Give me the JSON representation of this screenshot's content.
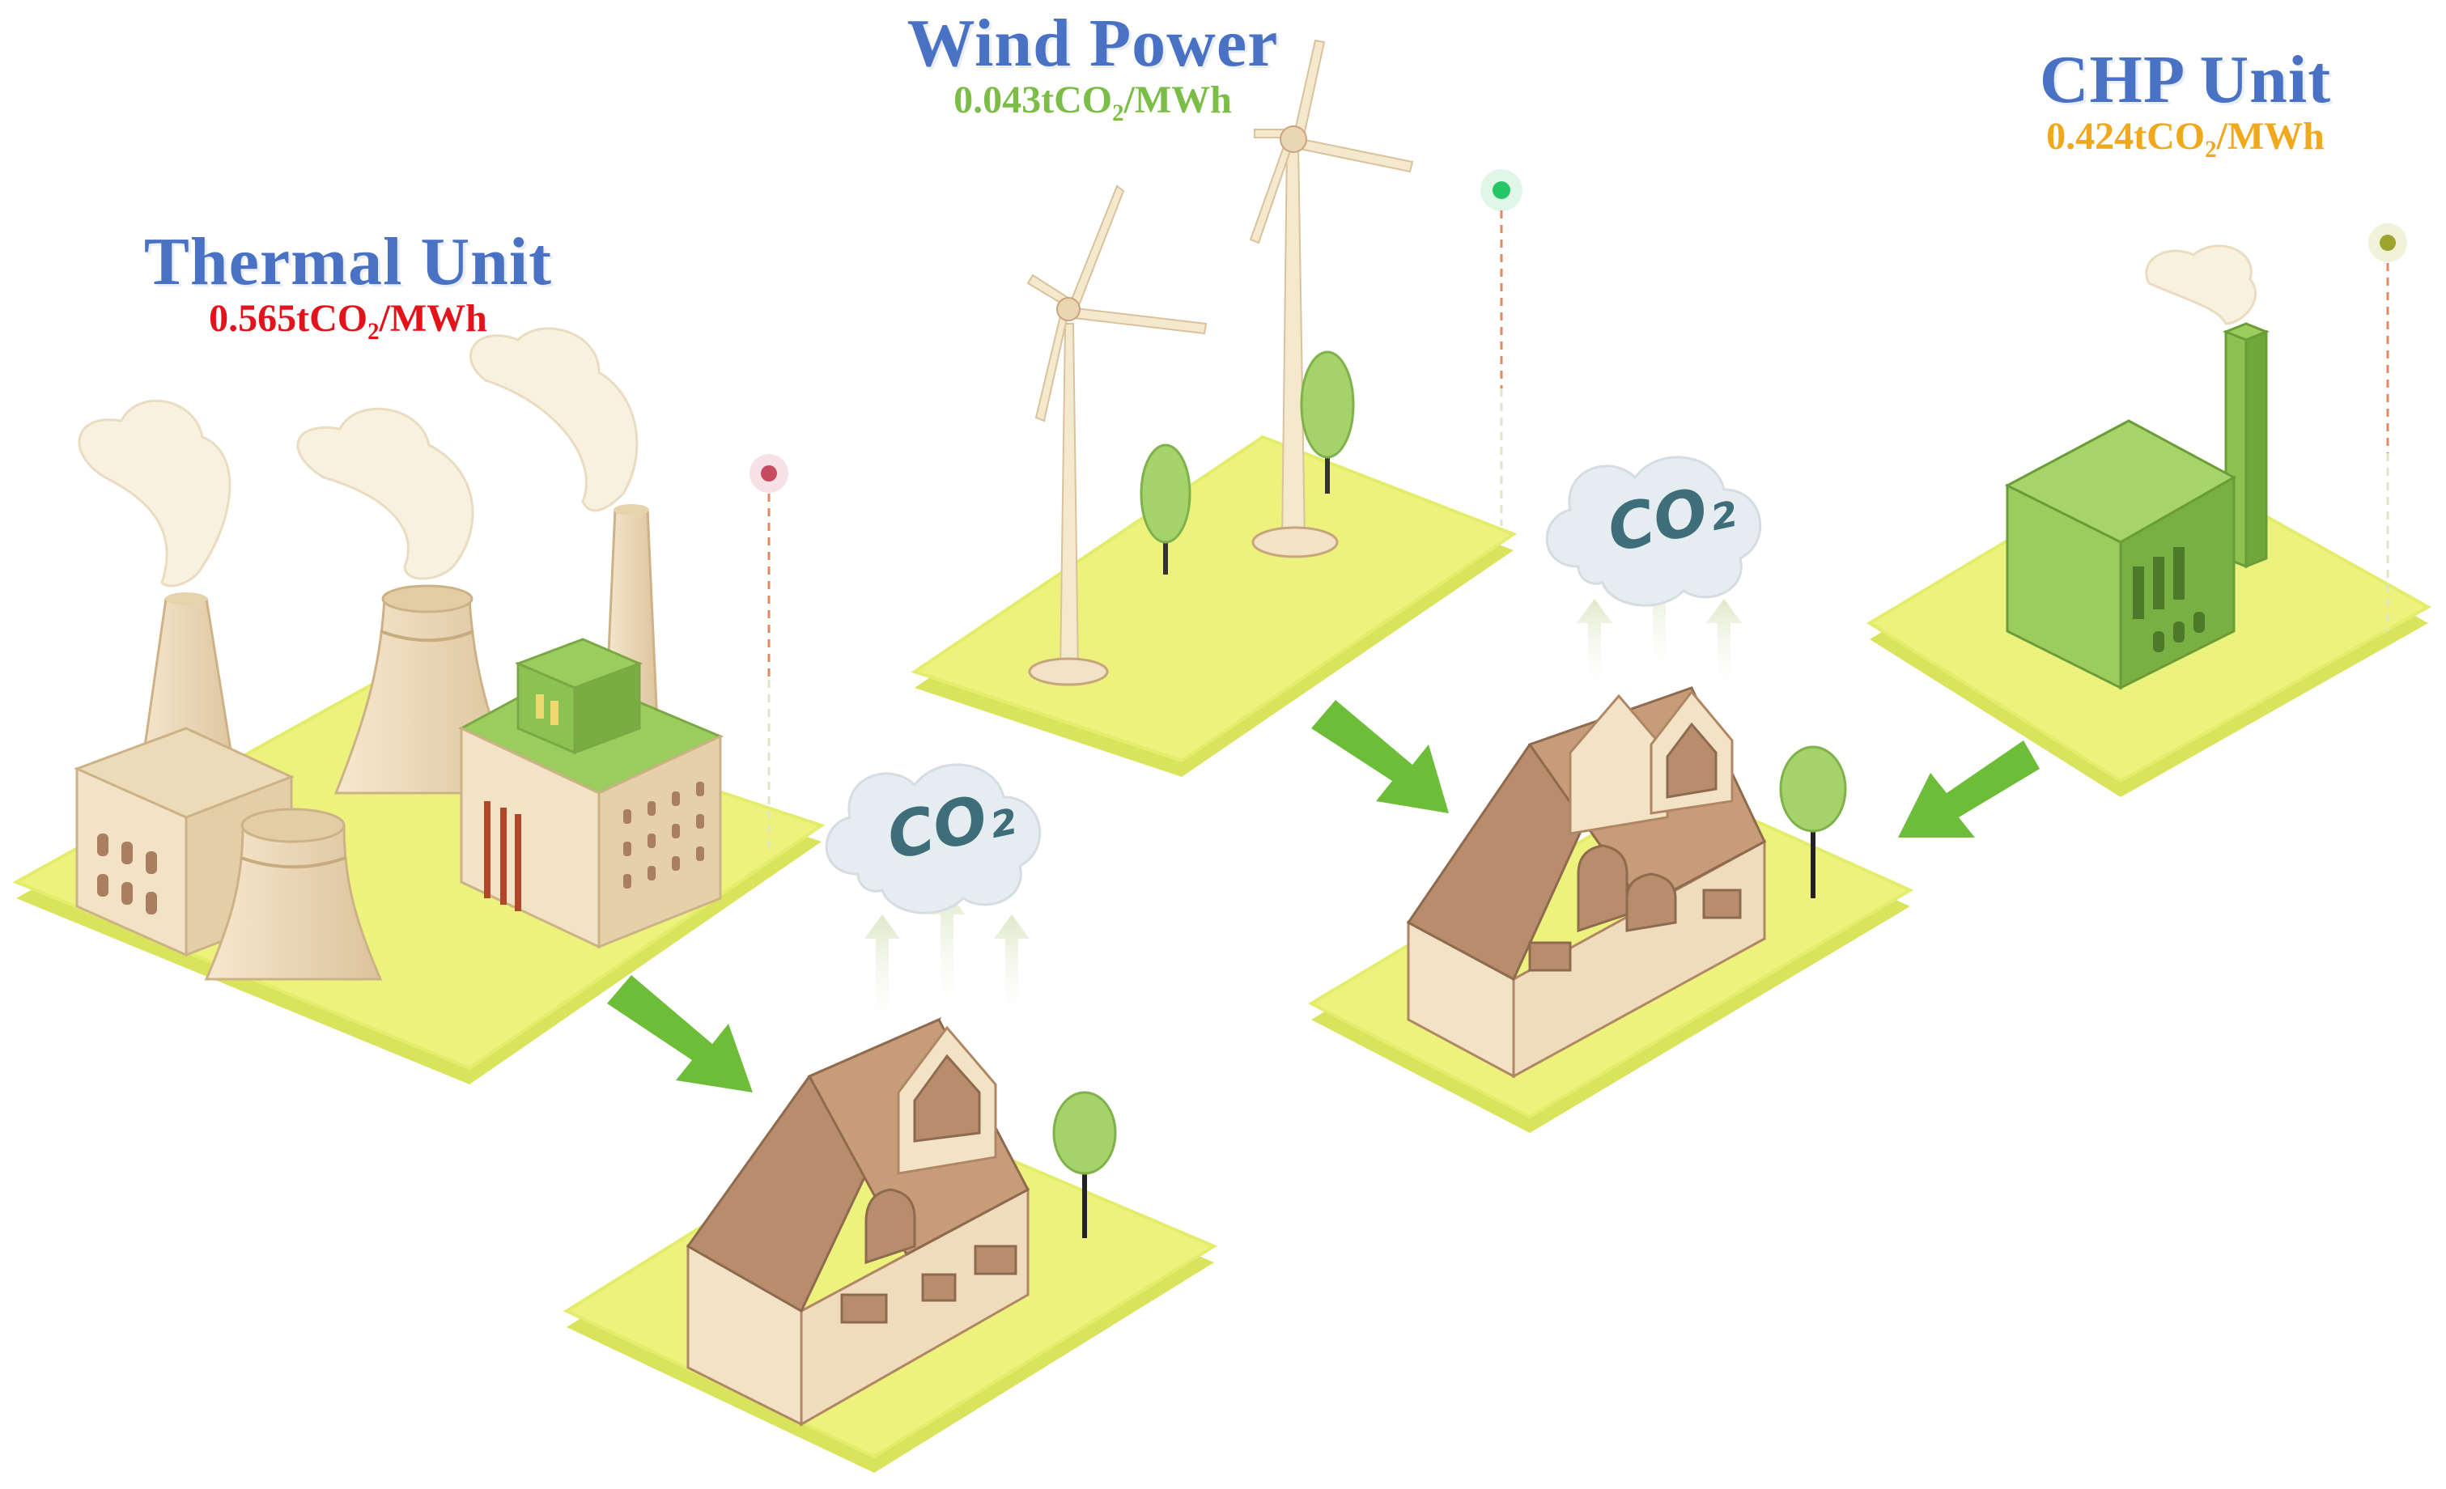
{
  "units": {
    "thermal": {
      "title": "Thermal Unit",
      "factor": "0.565tCO₂/MWh",
      "title_color": "#4a72c4",
      "factor_color": "#e3131b",
      "indicator_color": "#c64b5f"
    },
    "wind": {
      "title": "Wind Power",
      "factor": "0.043tCO₂/MWh",
      "title_color": "#4a72c4",
      "factor_color": "#7cbd47",
      "indicator_color": "#25c767"
    },
    "chp": {
      "title": "CHP Unit",
      "factor": "0.424tCO₂/MWh",
      "title_color": "#4a72c4",
      "factor_color": "#f0a81c",
      "indicator_color": "#9ea42c"
    }
  },
  "emissions": {
    "cloud_left": {
      "text": "CO₂"
    },
    "cloud_right": {
      "text": "CO₂"
    }
  },
  "colors": {
    "platform": "#ecf27b",
    "platform_side": "#d9e35c",
    "building_beige": "#f2e1c4",
    "roof_brown": "#b88d6d",
    "green_accent": "#8cc251",
    "arrow_green": "#6dbd38",
    "cloud": "#e6edf0",
    "cloud_text": "#3d6e7a"
  }
}
